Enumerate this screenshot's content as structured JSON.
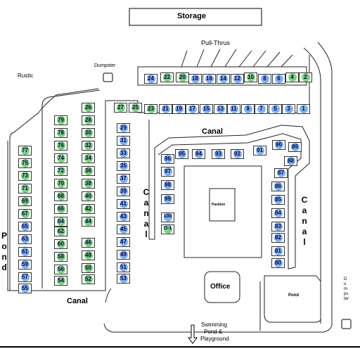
{
  "labels": {
    "storage": "Storage",
    "pull_thrus": "Pull-Thrus",
    "dumpster_top": "Dumpster",
    "dumpster_right": "Dumpster",
    "rustic": "Rustic",
    "canal_top": "Canal",
    "canal_middle": "Canal",
    "canal_right": "Canal",
    "canal_bottom": "Canal",
    "pond_left": "Pond",
    "pavilion": "Pavilion",
    "office": "Office",
    "pond_inner": "Pond",
    "swimming_line1": "Swimming",
    "swimming_line2": "Pond &",
    "swimming_line3": "Playground"
  },
  "legend_colors": {
    "blue": "#7fb2ee",
    "green": "#7bd07b"
  },
  "sites": [
    {
      "label": "24",
      "color": "blue"
    },
    {
      "label": "22",
      "color": "green"
    },
    {
      "label": "20",
      "color": "green"
    },
    {
      "label": "18",
      "color": "blue"
    },
    {
      "label": "16",
      "color": "blue"
    },
    {
      "label": "14",
      "color": "blue"
    },
    {
      "label": "12",
      "color": "blue"
    },
    {
      "label": "10",
      "color": "green"
    },
    {
      "label": "8",
      "color": "blue"
    },
    {
      "label": "6",
      "color": "blue"
    },
    {
      "label": "4",
      "color": "green"
    },
    {
      "label": "2",
      "color": "green"
    },
    {
      "label": "27",
      "color": "green"
    },
    {
      "label": "25",
      "color": "green"
    },
    {
      "label": "23",
      "color": "green"
    },
    {
      "label": "21",
      "color": "blue"
    },
    {
      "label": "19",
      "color": "blue"
    },
    {
      "label": "17",
      "color": "blue"
    },
    {
      "label": "15",
      "color": "blue"
    },
    {
      "label": "13",
      "color": "blue"
    },
    {
      "label": "11",
      "color": "blue"
    },
    {
      "label": "9",
      "color": "blue"
    },
    {
      "label": "7",
      "color": "blue"
    },
    {
      "label": "5",
      "color": "blue"
    },
    {
      "label": "3",
      "color": "blue"
    },
    {
      "label": "1",
      "color": "blue"
    },
    {
      "label": "26",
      "color": "green"
    },
    {
      "label": "28",
      "color": "green"
    },
    {
      "label": "30",
      "color": "green"
    },
    {
      "label": "32",
      "color": "green"
    },
    {
      "label": "34",
      "color": "green"
    },
    {
      "label": "36",
      "color": "green"
    },
    {
      "label": "38",
      "color": "green"
    },
    {
      "label": "40",
      "color": "green"
    },
    {
      "label": "42",
      "color": "green"
    },
    {
      "label": "44",
      "color": "green"
    },
    {
      "label": "46",
      "color": "green"
    },
    {
      "label": "48",
      "color": "green"
    },
    {
      "label": "50",
      "color": "green"
    },
    {
      "label": "52",
      "color": "green"
    },
    {
      "label": "79",
      "color": "green"
    },
    {
      "label": "78",
      "color": "green"
    },
    {
      "label": "76",
      "color": "green"
    },
    {
      "label": "74",
      "color": "green"
    },
    {
      "label": "72",
      "color": "green"
    },
    {
      "label": "70",
      "color": "green"
    },
    {
      "label": "68",
      "color": "green"
    },
    {
      "label": "66",
      "color": "green"
    },
    {
      "label": "64",
      "color": "green"
    },
    {
      "label": "62",
      "color": "green"
    },
    {
      "label": "60",
      "color": "green"
    },
    {
      "label": "58",
      "color": "green"
    },
    {
      "label": "56",
      "color": "green"
    },
    {
      "label": "54",
      "color": "green"
    },
    {
      "label": "77",
      "color": "green"
    },
    {
      "label": "75",
      "color": "green"
    },
    {
      "label": "73",
      "color": "green"
    },
    {
      "label": "71",
      "color": "green"
    },
    {
      "label": "69",
      "color": "green"
    },
    {
      "label": "67",
      "color": "green"
    },
    {
      "label": "65",
      "color": "blue"
    },
    {
      "label": "63",
      "color": "blue"
    },
    {
      "label": "61",
      "color": "blue"
    },
    {
      "label": "59",
      "color": "blue"
    },
    {
      "label": "57",
      "color": "blue"
    },
    {
      "label": "55",
      "color": "blue"
    },
    {
      "label": "29",
      "color": "blue"
    },
    {
      "label": "31",
      "color": "blue"
    },
    {
      "label": "33",
      "color": "blue"
    },
    {
      "label": "35",
      "color": "blue"
    },
    {
      "label": "37",
      "color": "blue"
    },
    {
      "label": "39",
      "color": "blue"
    },
    {
      "label": "41",
      "color": "blue"
    },
    {
      "label": "43",
      "color": "blue"
    },
    {
      "label": "45",
      "color": "blue"
    },
    {
      "label": "47",
      "color": "blue"
    },
    {
      "label": "49",
      "color": "blue"
    },
    {
      "label": "51",
      "color": "blue"
    },
    {
      "label": "53",
      "color": "blue"
    },
    {
      "label": "96",
      "color": "blue"
    },
    {
      "label": "95",
      "color": "blue"
    },
    {
      "label": "94",
      "color": "blue"
    },
    {
      "label": "93",
      "color": "blue"
    },
    {
      "label": "92",
      "color": "blue"
    },
    {
      "label": "91",
      "color": "blue"
    },
    {
      "label": "90",
      "color": "blue"
    },
    {
      "label": "89",
      "color": "blue"
    },
    {
      "label": "88",
      "color": "blue"
    },
    {
      "label": "87",
      "color": "blue"
    },
    {
      "label": "97",
      "color": "blue"
    },
    {
      "label": "98",
      "color": "blue"
    },
    {
      "label": "99",
      "color": "blue"
    },
    {
      "label": "100",
      "color": "blue"
    },
    {
      "label": "O-1",
      "color": "green"
    },
    {
      "label": "86",
      "color": "blue"
    },
    {
      "label": "85",
      "color": "blue"
    },
    {
      "label": "84",
      "color": "blue"
    },
    {
      "label": "83",
      "color": "blue"
    },
    {
      "label": "82",
      "color": "blue"
    },
    {
      "label": "81",
      "color": "blue"
    },
    {
      "label": "80",
      "color": "blue"
    }
  ]
}
